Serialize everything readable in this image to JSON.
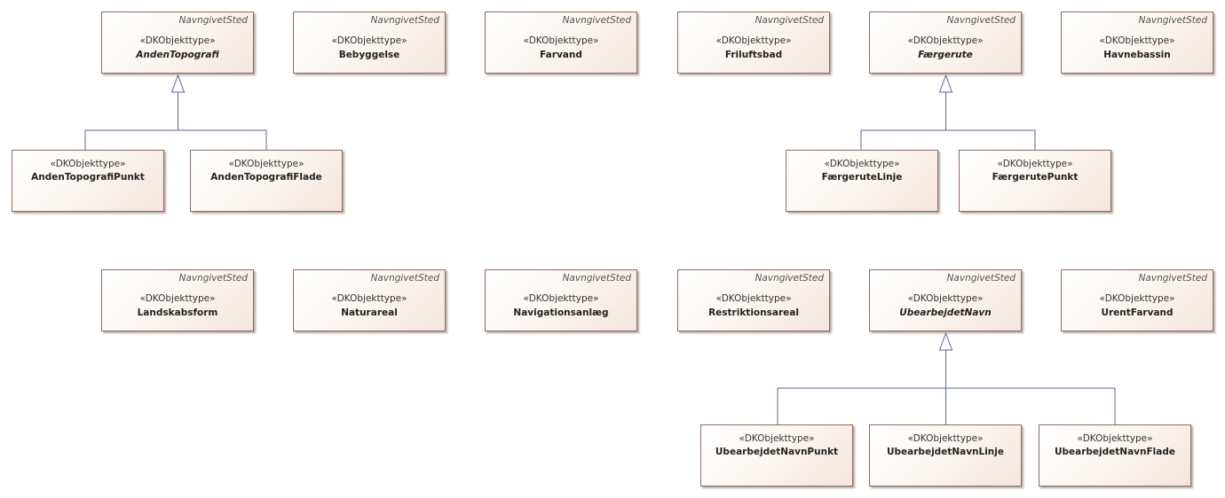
{
  "stereotype": "«DKObjekttype»",
  "parent_label": "NavngivetSted",
  "colors": {
    "box_border": "#8d6a63",
    "connector": "#5b6a8c",
    "box_fill_light": "#fcf7f2",
    "box_fill_dark": "#f3e6dc"
  },
  "classes": {
    "anden_topografi": {
      "name": "AndenTopografi",
      "abstract": true
    },
    "bebyggelse": {
      "name": "Bebyggelse"
    },
    "farvand": {
      "name": "Farvand"
    },
    "friluftsbad": {
      "name": "Friluftsbad"
    },
    "faergerute": {
      "name": "Færgerute",
      "abstract": true
    },
    "havnebassin": {
      "name": "Havnebassin"
    },
    "anden_topografi_punkt": {
      "name": "AndenTopografiPunkt"
    },
    "anden_topografi_flade": {
      "name": "AndenTopografiFlade"
    },
    "faergerute_linje": {
      "name": "FærgeruteLinje"
    },
    "faergerute_punkt": {
      "name": "FærgerutePunkt"
    },
    "landskabsform": {
      "name": "Landskabsform"
    },
    "naturareal": {
      "name": "Naturareal"
    },
    "navigationsanlaeg": {
      "name": "Navigationsanlæg"
    },
    "restriktionsareal": {
      "name": "Restriktionsareal"
    },
    "ubearbejdet_navn": {
      "name": "UbearbejdetNavn",
      "abstract": true
    },
    "urent_farvand": {
      "name": "UrentFarvand"
    },
    "ubearbejdet_navn_punkt": {
      "name": "UbearbejdetNavnPunkt"
    },
    "ubearbejdet_navn_linje": {
      "name": "UbearbejdetNavnLinje"
    },
    "ubearbejdet_navn_flade": {
      "name": "UbearbejdetNavnFlade"
    }
  },
  "generalizations": [
    {
      "parent": "AndenTopografi",
      "children": [
        "AndenTopografiPunkt",
        "AndenTopografiFlade"
      ]
    },
    {
      "parent": "Færgerute",
      "children": [
        "FærgeruteLinje",
        "FærgerutePunkt"
      ]
    },
    {
      "parent": "UbearbejdetNavn",
      "children": [
        "UbearbejdetNavnPunkt",
        "UbearbejdetNavnLinje",
        "UbearbejdetNavnFlade"
      ]
    }
  ]
}
